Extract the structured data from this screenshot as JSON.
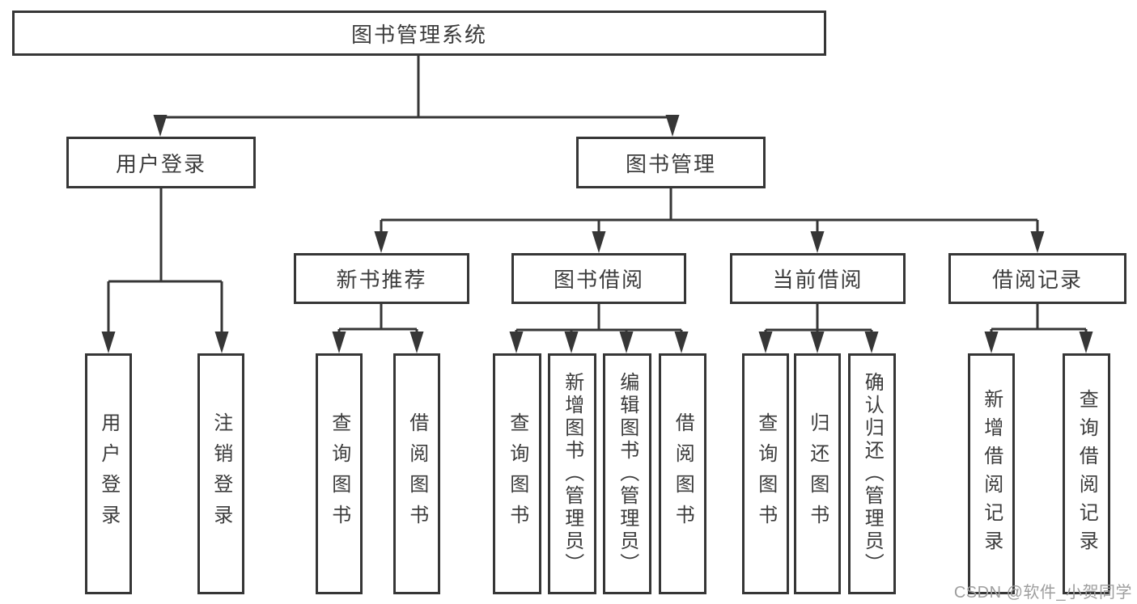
{
  "diagram": {
    "title": "图书管理系统",
    "level2": [
      {
        "label": "用户登录",
        "children": [
          "用户登录",
          "注销登录"
        ]
      },
      {
        "label": "图书管理"
      }
    ],
    "modules": [
      {
        "label": "新书推荐",
        "children": [
          "查询图书",
          "借阅图书"
        ]
      },
      {
        "label": "图书借阅",
        "children": [
          "查询图书",
          "新增图书（管理员）",
          "编辑图书（管理员）",
          "借阅图书"
        ]
      },
      {
        "label": "当前借阅",
        "children": [
          "查询图书",
          "归还图书",
          "确认归还（管理员）"
        ]
      },
      {
        "label": "借阅记录",
        "children": [
          "新增借阅记录",
          "查询借阅记录"
        ]
      }
    ]
  },
  "watermark": "CSDN @软件_小贺同学",
  "colors": {
    "line": "#363636",
    "text": "#3c3c3c",
    "watermark": "#9e9e9e",
    "background": "#ffffff"
  }
}
